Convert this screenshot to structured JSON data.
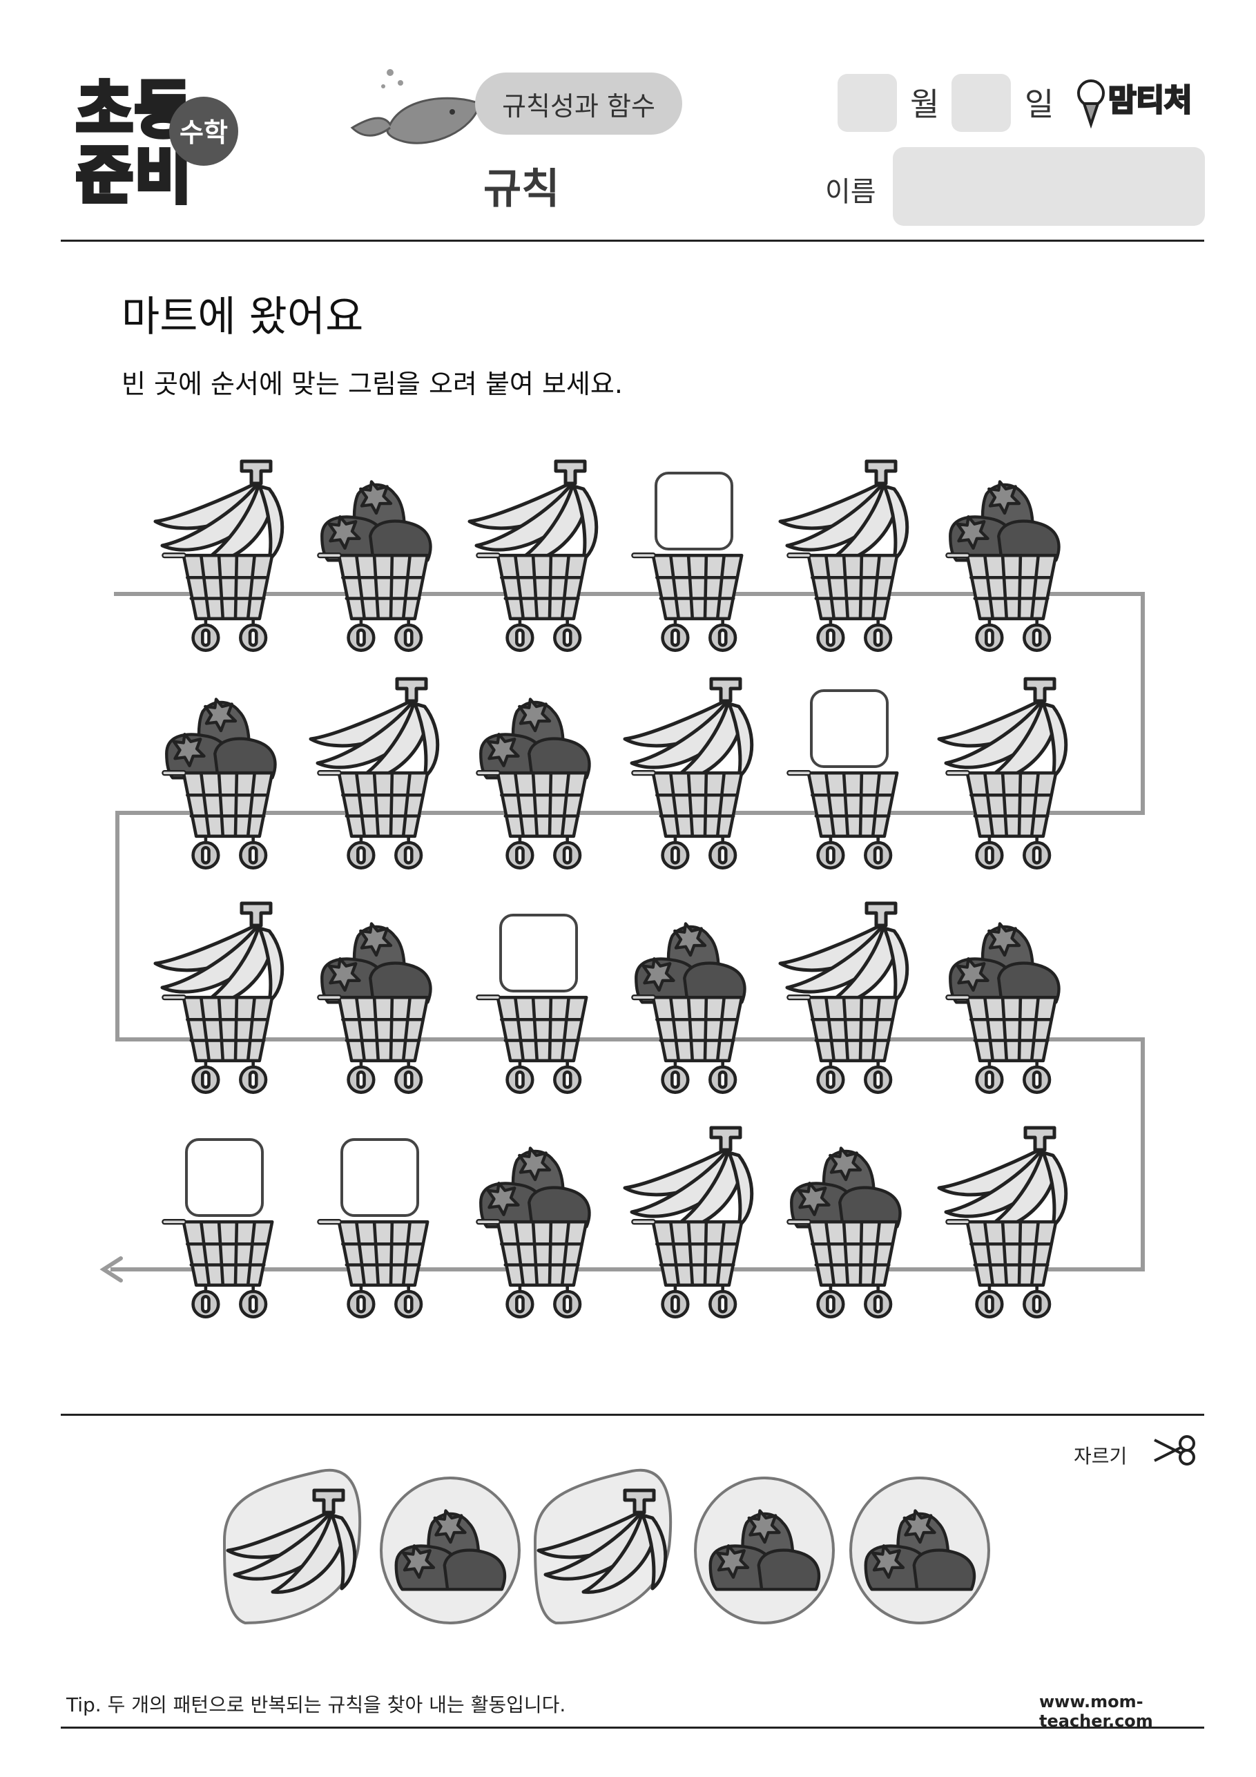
{
  "header": {
    "logo_chars": [
      "초",
      "등",
      "준",
      "비"
    ],
    "logo_badge": "수학",
    "category": "규칙성과 함수",
    "topic": "규칙",
    "month_label": "월",
    "day_label": "일",
    "name_label": "이름",
    "brand": "맘티처"
  },
  "worksheet": {
    "title": "마트에 왔어요",
    "instruction": "빈 곳에 순서에 맞는 그림을 오려 붙여 보세요."
  },
  "pattern": {
    "rows": [
      [
        "banana",
        "strawberry",
        "banana",
        "empty",
        "banana",
        "strawberry"
      ],
      [
        "strawberry",
        "banana",
        "strawberry",
        "banana",
        "empty",
        "banana"
      ],
      [
        "banana",
        "strawberry",
        "empty",
        "strawberry",
        "banana",
        "strawberry"
      ],
      [
        "empty",
        "empty",
        "strawberry",
        "banana",
        "strawberry",
        "banana"
      ]
    ]
  },
  "cutouts": {
    "label": "자르기",
    "items": [
      "banana",
      "strawberry",
      "banana",
      "strawberry",
      "strawberry"
    ]
  },
  "footer": {
    "tip": "Tip. 두 개의 패턴으로 반복되는 규칙을 찾아 내는 활동입니다.",
    "site": "www.mom-teacher.com"
  },
  "colors": {
    "pill": "#cfcfcf",
    "box": "#e3e3e3",
    "cart": "#d6d6d6",
    "fruit_dark": "#555555",
    "line": "#9a9a9a"
  }
}
